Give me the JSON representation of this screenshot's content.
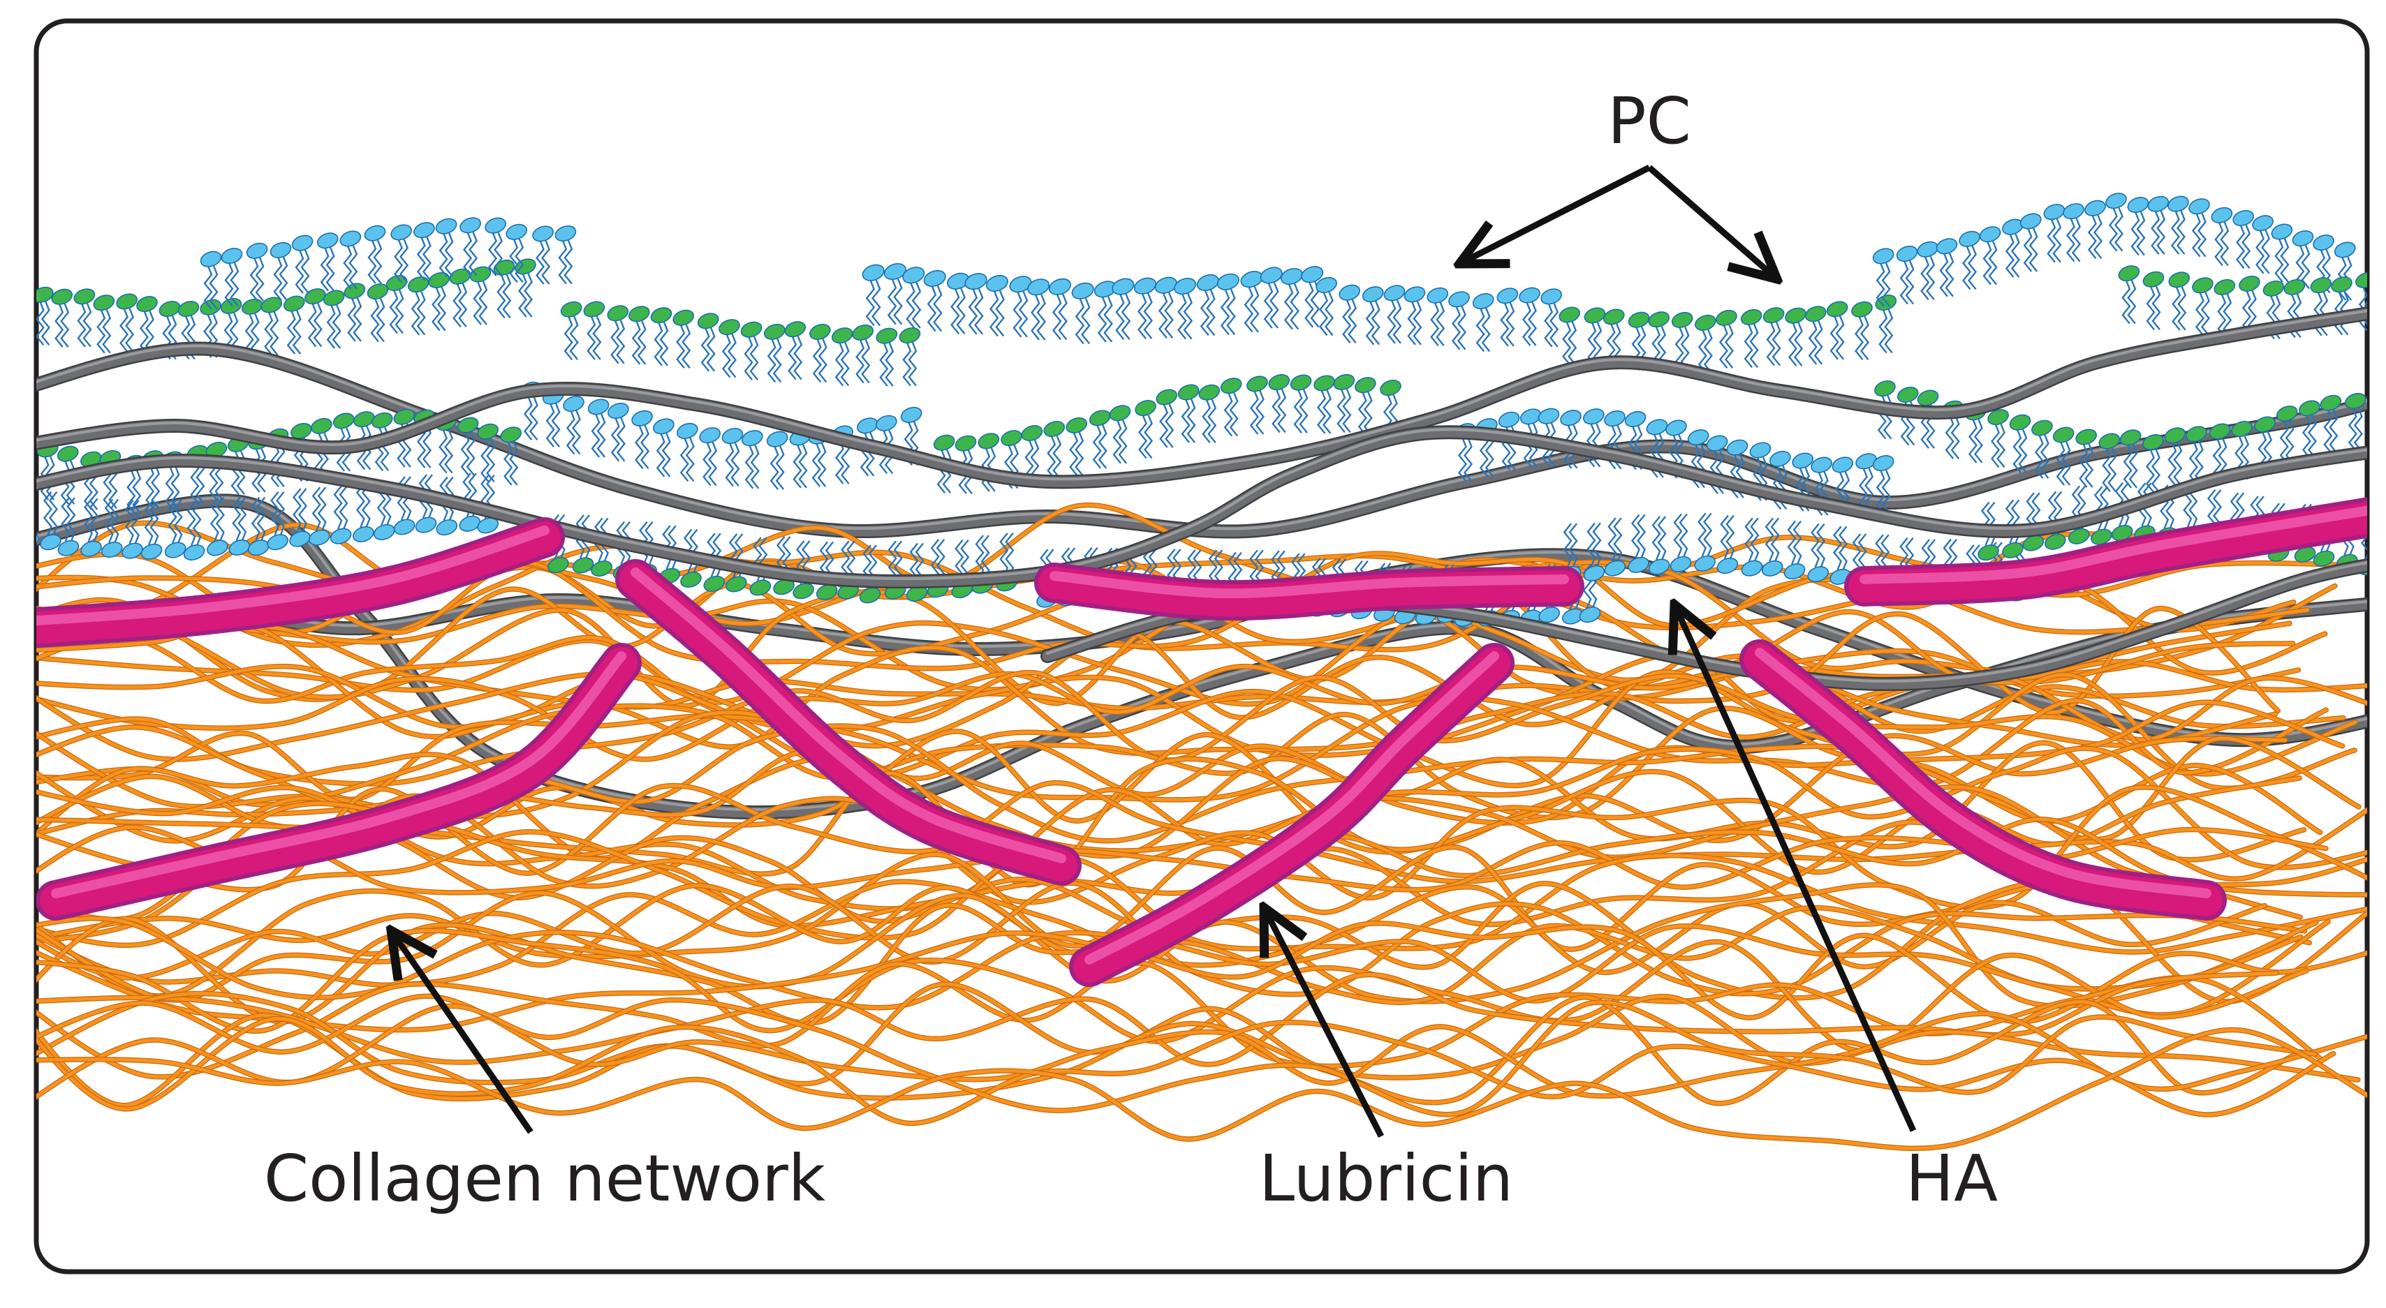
{
  "labels": {
    "pc": "PC",
    "collagen": "Collagen network",
    "lubricin": "Lubricin",
    "ha": "HA"
  },
  "colors": {
    "collagen": "#F7931E",
    "lubricin": "#D6197A",
    "lubricin_edge": "#A12083",
    "ha": "#6D6E71",
    "pc_head_blue": "#5BC2EE",
    "pc_head_green": "#3DB54A",
    "pc_tail": "#2B74B8",
    "arrow": "#111111",
    "border": "#231F20"
  }
}
